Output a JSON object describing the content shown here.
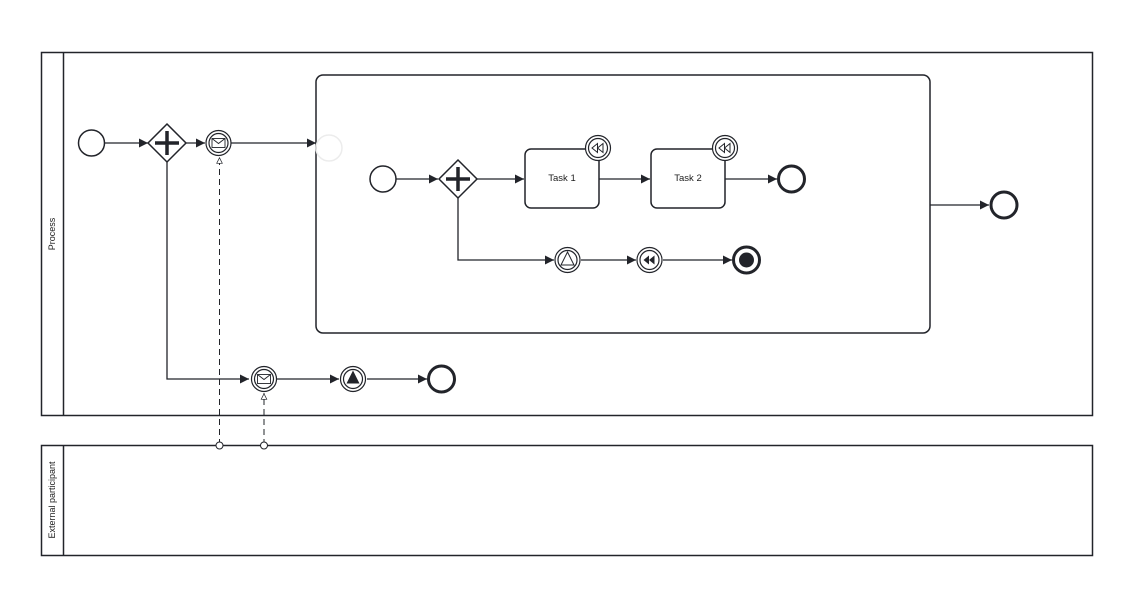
{
  "pools": {
    "process": {
      "label": "Process"
    },
    "external": {
      "label": "External participant"
    }
  },
  "tasks": {
    "task1": {
      "label": "Task 1"
    },
    "task2": {
      "label": "Task 2"
    }
  },
  "colors": {
    "stroke": "#22242a",
    "background": "#ffffff"
  }
}
